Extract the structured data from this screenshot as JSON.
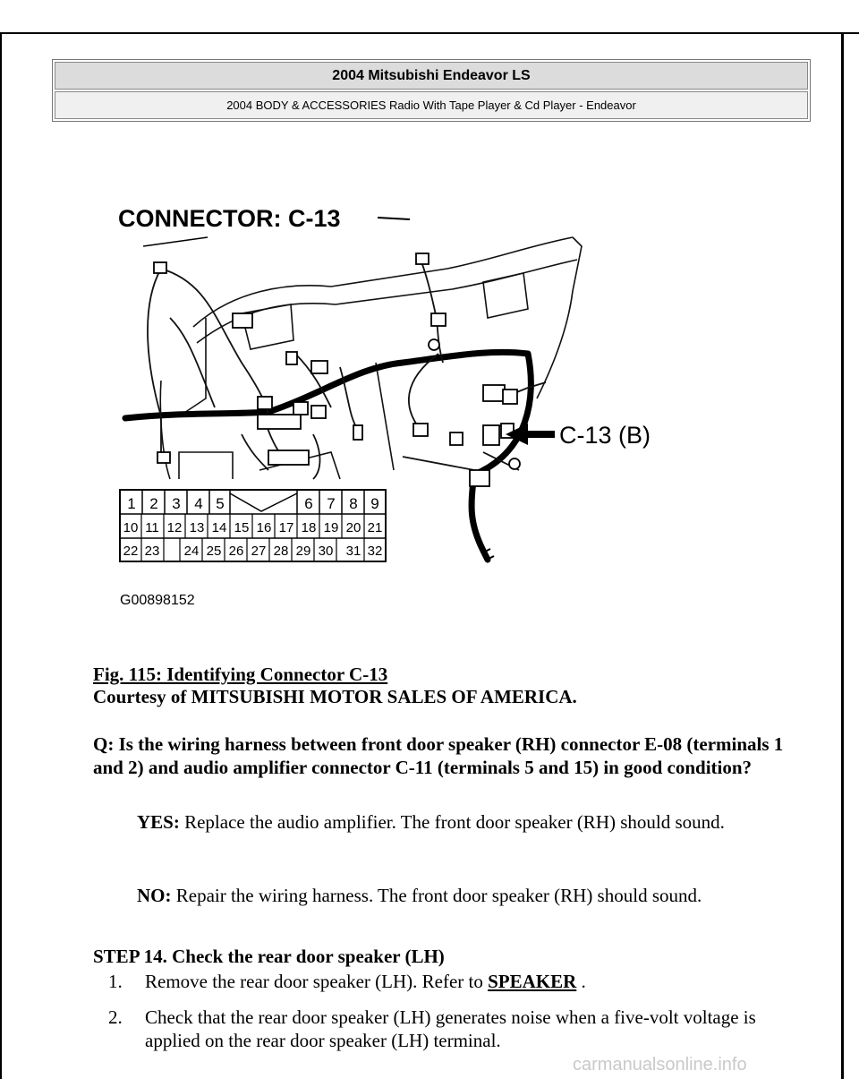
{
  "header": {
    "title": "2004 Mitsubishi Endeavor LS",
    "subtitle": "2004 BODY & ACCESSORIES Radio With Tape Player & Cd Player - Endeavor"
  },
  "figure": {
    "connector_title": "CONNECTOR: C-13",
    "callout": "C-13 (B)",
    "image_code": "G00898152",
    "pins_row1": [
      "1",
      "2",
      "3",
      "4",
      "5",
      "6",
      "7",
      "8",
      "9"
    ],
    "pins_row2": [
      "10",
      "11",
      "12",
      "13",
      "14",
      "15",
      "16",
      "17",
      "18",
      "19",
      "20",
      "21"
    ],
    "pins_row3": [
      "22",
      "23",
      "24",
      "25",
      "26",
      "27",
      "28",
      "29",
      "30",
      "31",
      "32"
    ]
  },
  "caption": {
    "title": "Fig. 115: Identifying Connector C-13",
    "courtesy": "Courtesy of MITSUBISHI MOTOR SALES OF AMERICA."
  },
  "question": "Q: Is the wiring harness between front door speaker (RH) connector E-08 (terminals 1 and 2) and audio amplifier connector C-11 (terminals 5 and 15) in good condition?",
  "answers": {
    "yes_label": "YES:",
    "yes_text": " Replace the audio amplifier. The front door speaker (RH) should sound.",
    "no_label": "NO:",
    "no_text": " Repair the wiring harness. The front door speaker (RH) should sound."
  },
  "step": {
    "title": "STEP 14. Check the rear door speaker (LH)",
    "items": [
      {
        "num": "1.",
        "text": "Remove the rear door speaker (LH). Refer to ",
        "link": "SPEAKER",
        "after": " ."
      },
      {
        "num": "2.",
        "text": "Check that the rear door speaker (LH) generates noise when a five-volt voltage is applied on the rear door speaker (LH) terminal."
      }
    ]
  },
  "watermark": "carmanualsonline.info"
}
